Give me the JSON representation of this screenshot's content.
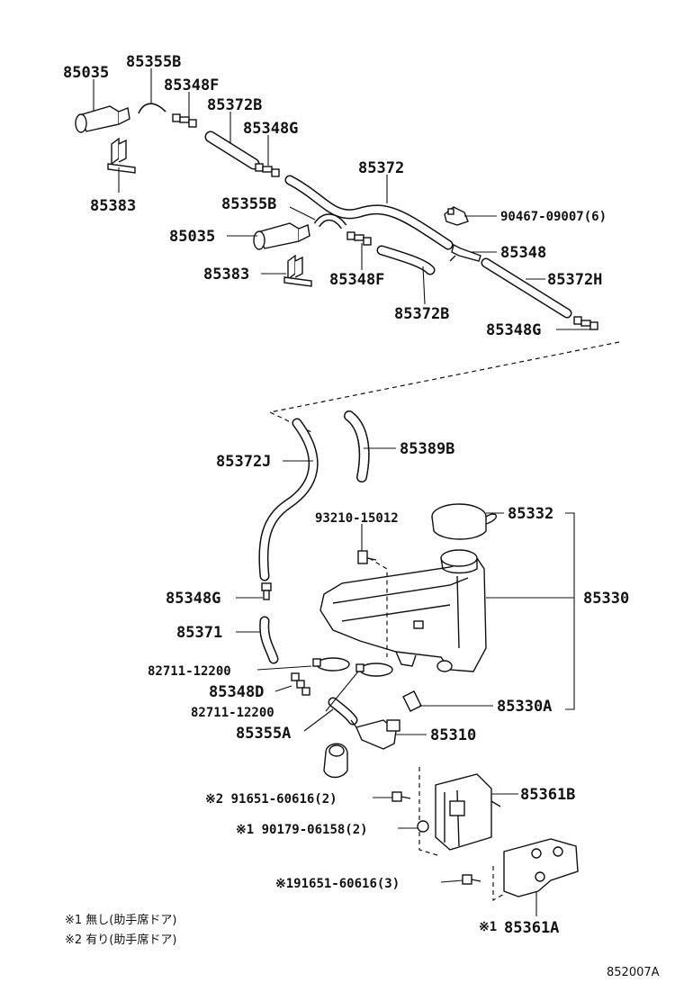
{
  "labels": {
    "p85035_top": "85035",
    "p85355B_top": "85355B",
    "p85348F_top": "85348F",
    "p85372B_top": "85372B",
    "p85348G_top": "85348G",
    "p85383_top": "85383",
    "p85372": "85372",
    "p85355B_mid": "85355B",
    "p85035_mid": "85035",
    "p85383_mid": "85383",
    "p85348F_mid": "85348F",
    "p85372B_mid": "85372B",
    "p90467": "90467-09007(6)",
    "p85348": "85348",
    "p85372H": "85372H",
    "p85348G_right": "85348G",
    "p85372J": "85372J",
    "p85389B": "85389B",
    "p93210": "93210-15012",
    "p85332": "85332",
    "p85330": "85330",
    "p85348G_low": "85348G",
    "p85371": "85371",
    "p82711_a": "82711-12200",
    "p85348D": "85348D",
    "p82711_b": "82711-12200",
    "p85330A": "85330A",
    "p85355A": "85355A",
    "p85310": "85310",
    "p91651_2": "※2 91651-60616(2)",
    "p85361B": "85361B",
    "p90179": "※1 90179-06158(2)",
    "p91651_3": "※191651-60616(3)",
    "p85361A_mark": "※1",
    "p85361A": "85361A"
  },
  "notes": {
    "note1": "※1 無し(助手席ドア)",
    "note2": "※2 有り(助手席ドア)"
  },
  "diagram_id": "852007A"
}
